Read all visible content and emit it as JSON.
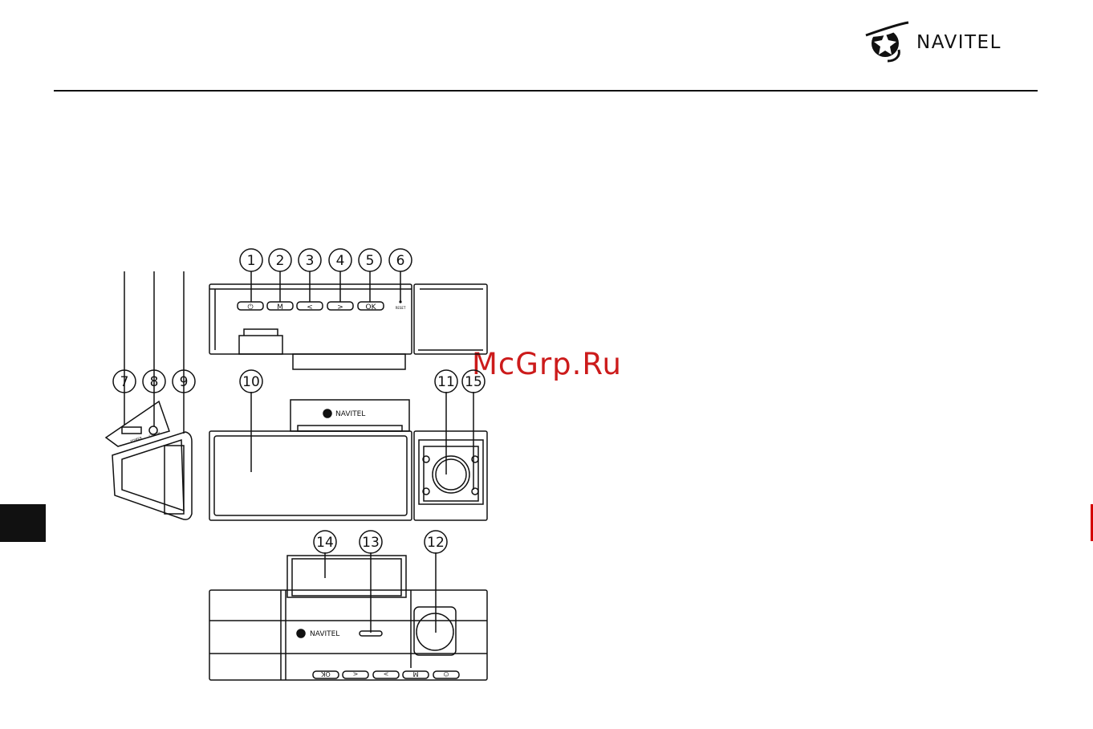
{
  "header": {
    "logo_text": "NAVITEL",
    "logo_icon": "navitel-globe-icon"
  },
  "watermark": "McGrp.Ru",
  "figure": {
    "callouts": [
      "1",
      "2",
      "3",
      "4",
      "5",
      "6",
      "7",
      "8",
      "9",
      "10",
      "11",
      "15",
      "14",
      "13",
      "12"
    ],
    "top_buttons": [
      "M",
      "<",
      ">",
      "OK"
    ],
    "top_reset_label": "RESET",
    "side_labels": [
      "POWER",
      "CAM IN"
    ],
    "device_logo": "NAVITEL",
    "bottom_buttons": [
      "OK",
      "<",
      ">",
      "M"
    ]
  },
  "colors": {
    "ink": "#111111",
    "watermark": "#cc1b1b",
    "side_tab": "#111111"
  }
}
